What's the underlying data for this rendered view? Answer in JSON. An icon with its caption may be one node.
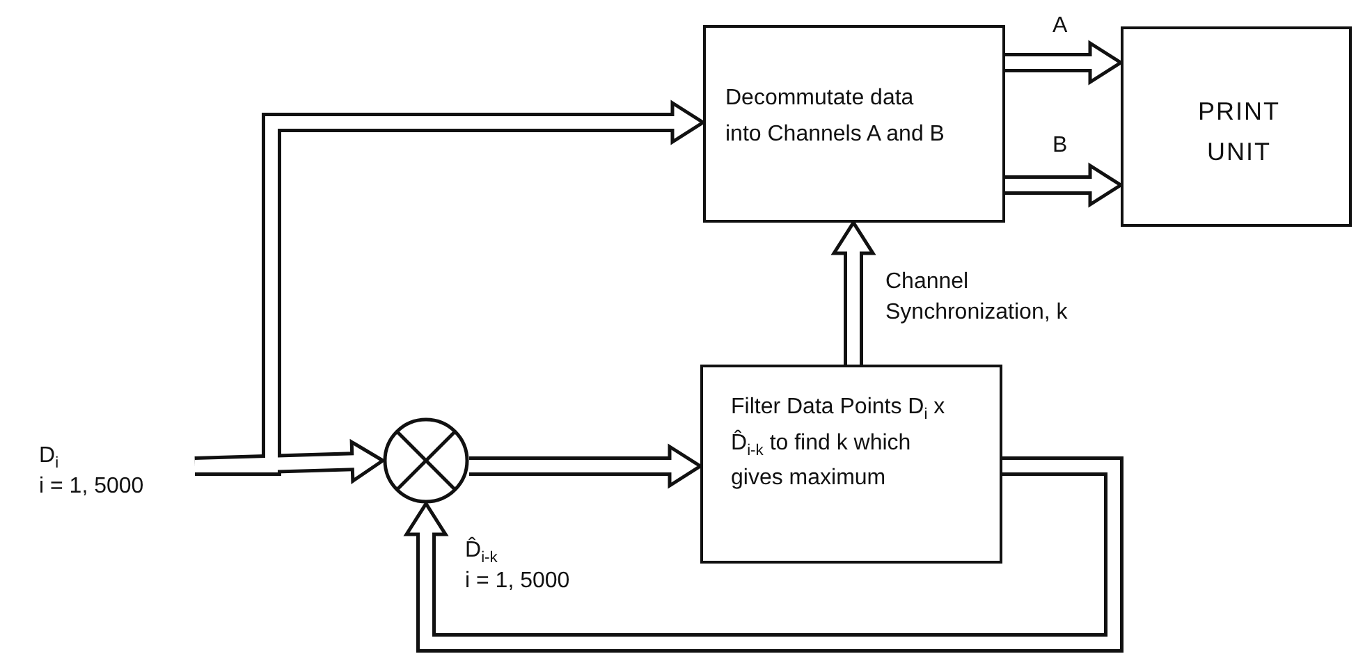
{
  "diagram": {
    "nodes": [
      {
        "text": [
          "D$_{i}$",
          "i = 1, 5000"
        ]
      },
      {
        "text": [
          "Decommutate data into Channels A and B"
        ]
      },
      {
        "text": [
          "PRINT UNIT"
        ]
      },
      {
        "text": [],
        "shape": "circle"
      },
      {
        "text": [
          "Filter Data Points D$_{i}$ x D̂$_{i-k}$ to find k which gives maximum"
        ]
      }
    ],
    "edges": [
      {
        "from": 0,
        "to": 1,
        "arrow": "to"
      },
      {
        "from": 0,
        "to": 3,
        "arrow": "to"
      },
      {
        "from": 3,
        "to": 4,
        "arrow": "to"
      },
      {
        "from": 4,
        "to": 3,
        "arrow": "to"
      },
      {
        "from": 4,
        "to": 1,
        "arrow": "to",
        "label": "Channel Synchronization, k"
      },
      {
        "from": 1,
        "to": 2,
        "arrow": "to",
        "label": "A"
      },
      {
        "from": 1,
        "to": 2,
        "arrow": "to",
        "label": "B"
      }
    ],
    "labels": [
      "D̂$_{i-k}$",
      "i = 1, 5000"
    ]
  }
}
